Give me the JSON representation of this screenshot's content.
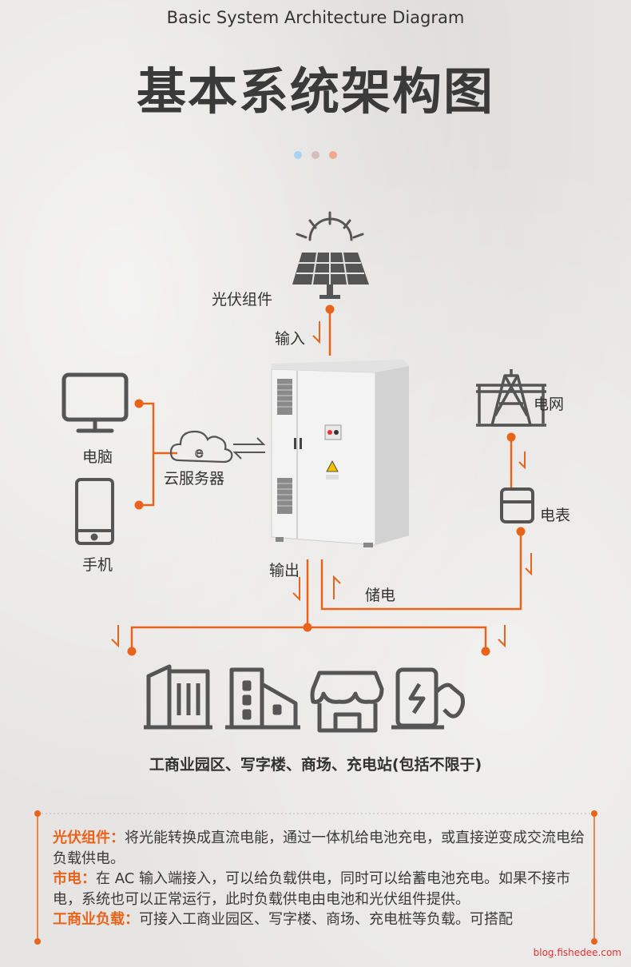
{
  "header": {
    "subtitle": "Basic System Architecture Diagram",
    "title": "基本系统架构图"
  },
  "colors": {
    "accent": "#e8641a",
    "icon": "#555555",
    "text": "#333333"
  },
  "labels": {
    "pv_module": "光伏组件",
    "input": "输入",
    "computer": "电脑",
    "cloud_server": "云服务器",
    "phone": "手机",
    "grid": "电网",
    "meter": "电表",
    "output": "输出",
    "storage": "储电"
  },
  "icons": {
    "sun": "sun-icon",
    "solar_panel": "solar-panel-icon",
    "computer": "monitor-icon",
    "phone": "phone-icon",
    "cloud": "cloud-icon",
    "pylon": "power-pylon-icon",
    "meter": "meter-icon",
    "cabinet": "energy-storage-cabinet",
    "loads": [
      "industrial-park-icon",
      "office-building-icon",
      "shop-icon",
      "charging-station-icon"
    ]
  },
  "bottom_caption": "工商业园区、写字楼、商场、充电站(包括不限于)",
  "notes": {
    "pv_label": "光伏组件：",
    "pv_text": "将光能转换成直流电能，通过一体机给电池充电，或直接逆变成交流电给负载供电。",
    "grid_label": "市电：",
    "grid_text": "在 AC 输入端接入，可以给负载供电，同时可以给蓄电池充电。如果不接市电，系统也可以正常运行，此时负载供电由电池和光伏组件提供。",
    "load_label": "工商业负载：",
    "load_text": "可接入工商业园区、写字楼、商场、充电桩等负载。可搭配"
  },
  "watermark": "blog.fishedee.com"
}
